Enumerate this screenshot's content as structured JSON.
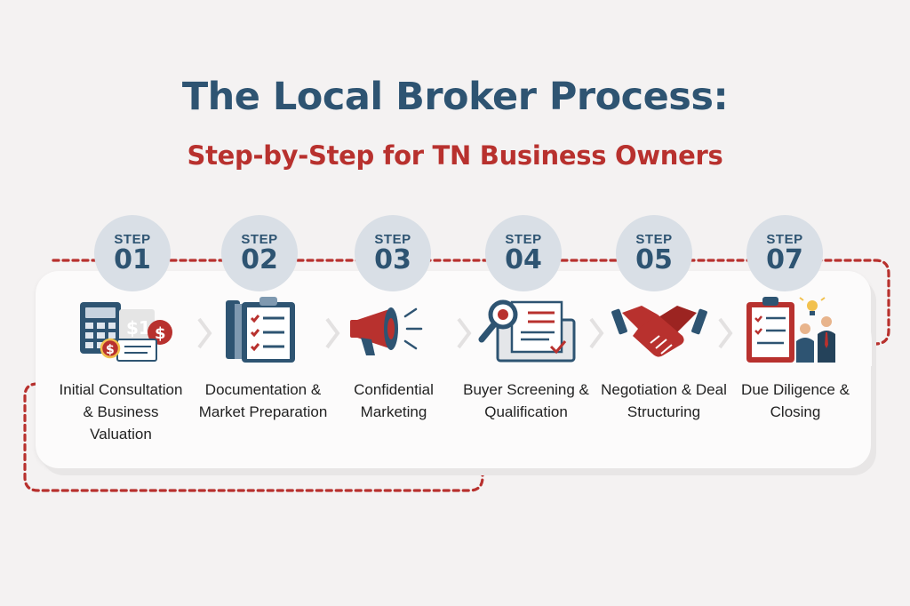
{
  "title": "The Local Broker Process:",
  "subtitle": "Step-by-Step for TN Business Owners",
  "step_word": "STEP",
  "steps": [
    {
      "number": "01",
      "label": "Initial Consultation & Business Valuation",
      "icon": "calculator-money-icon"
    },
    {
      "number": "02",
      "label": "Documentation & Market Preparation",
      "icon": "clipboard-checklist-icon"
    },
    {
      "number": "03",
      "label": "Confidential Marketing",
      "icon": "megaphone-icon"
    },
    {
      "number": "04",
      "label": "Buyer Screening & Qualification",
      "icon": "magnifier-document-icon"
    },
    {
      "number": "05",
      "label": "Negotiation & Deal Structuring",
      "icon": "handshake-icon"
    },
    {
      "number": "07",
      "label": "Due Diligence & Closing",
      "icon": "checklist-people-icon"
    }
  ],
  "colors": {
    "navy": "#2e5472",
    "red": "#b8312e",
    "badge": "#d9dfe6"
  }
}
